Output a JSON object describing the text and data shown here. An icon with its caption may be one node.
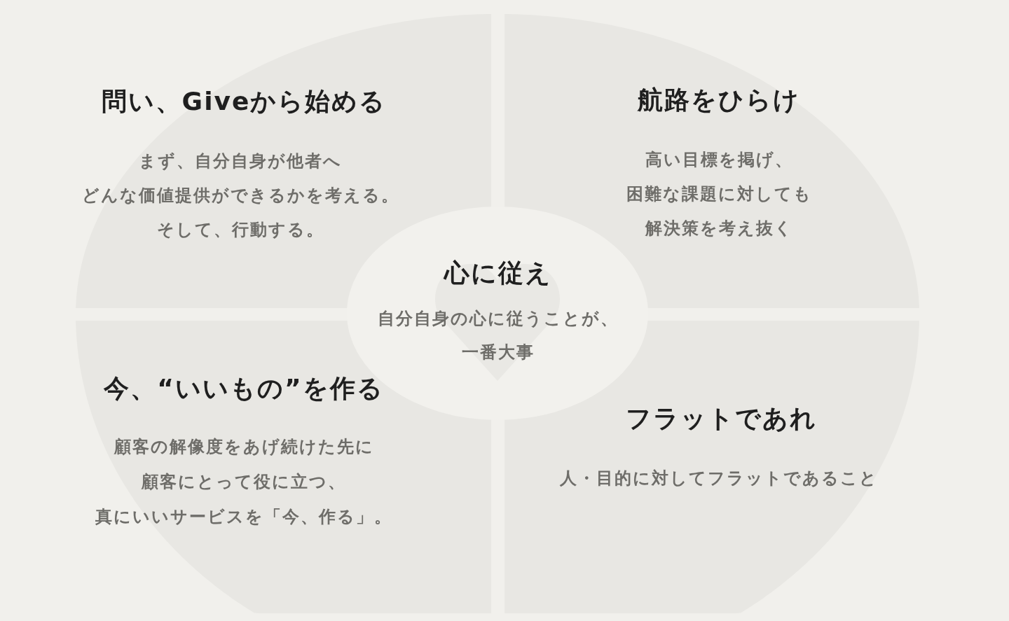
{
  "diagram": {
    "nodes": [
      {
        "text": [
          "問い、Giveから始める",
          "まず、自分自身が他者へどんな価値提供ができるかを考える。そして、行動する。"
        ]
      },
      {
        "text": [
          "航路をひらけ",
          "高い目標を掲げ、困難な課題に対しても解決策を考え抜く"
        ]
      },
      {
        "text": [
          "心に従え",
          "自分自身の心に従うことが、一番大事"
        ]
      },
      {
        "text": [
          "今、“いいもの”を作る",
          "顧客の解像度をあげ続けた先に顧客にとって役に立つ、真にいいサービスを「今、作る」。"
        ]
      },
      {
        "text": [
          "フラットであれ",
          "人・目的に対してフラットであること"
        ]
      }
    ]
  }
}
